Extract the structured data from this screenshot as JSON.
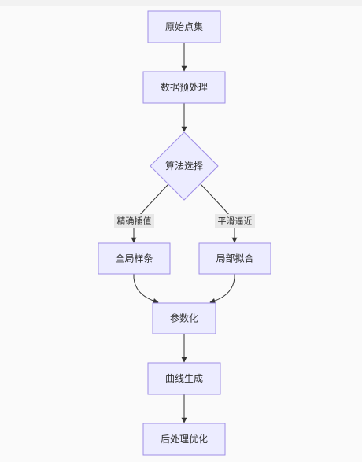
{
  "nodes": {
    "raw_points": "原始点集",
    "preprocess": "数据预处理",
    "algo_select": "算法选择",
    "global_spline": "全局样条",
    "local_fit": "局部拟合",
    "parameterize": "参数化",
    "curve_gen": "曲线生成",
    "postprocess": "后处理优化"
  },
  "edge_labels": {
    "exact_interp": "精确插值",
    "smooth_approx": "平滑逼近"
  },
  "colors": {
    "node_fill": "#ececff",
    "node_stroke": "#9f8ee6",
    "edge": "#333333",
    "label_bg": "#e8e8e8"
  }
}
